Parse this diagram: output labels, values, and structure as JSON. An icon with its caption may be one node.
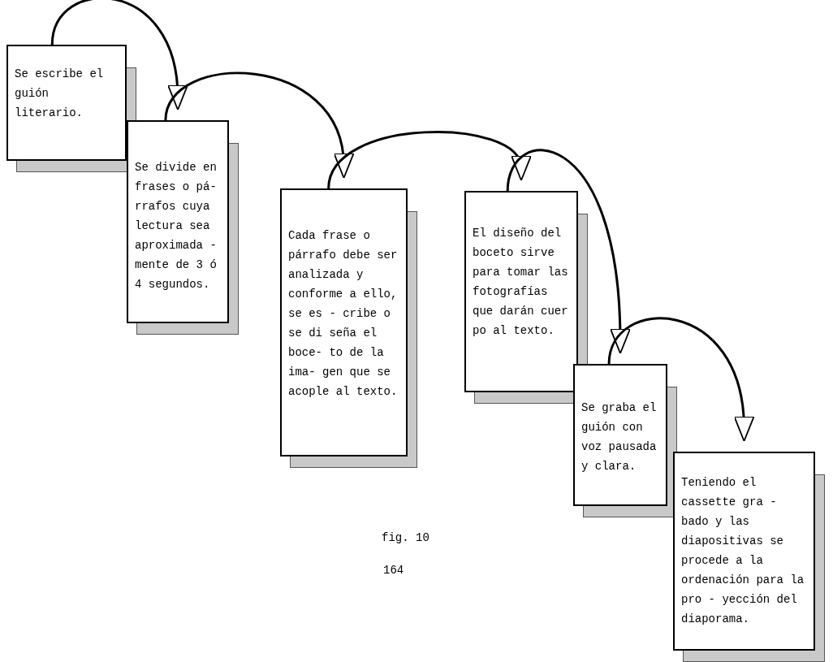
{
  "diagram": {
    "nodes": [
      {
        "text": [
          "Se escribe el guión literario."
        ]
      },
      {
        "text": [
          "Se divide en frases o pá- rrafos cuya lectura sea aproximada - mente de 3 ó 4 segundos."
        ]
      },
      {
        "text": [
          "Cada frase o párrafo debe ser analizada y conforme a ello, se es - cribe o se di seña el boce- to de la ima- gen que se acople al texto."
        ]
      },
      {
        "text": [
          "El diseño del boceto sirve para tomar las fotografías que darán cuer po al texto."
        ]
      },
      {
        "text": [
          "Se graba el guión con voz pausada y clara."
        ]
      },
      {
        "text": [
          "Teniendo el cassette gra - bado y las diapositivas se procede a la ordenación para la pro - yección del diaporama."
        ]
      }
    ],
    "edges": [
      {
        "from": 0,
        "to": 1,
        "arrow": "to"
      },
      {
        "from": 1,
        "to": 2,
        "arrow": "to"
      },
      {
        "from": 2,
        "to": 3,
        "arrow": "to"
      },
      {
        "from": 3,
        "to": 4,
        "arrow": "to"
      },
      {
        "from": 4,
        "to": 5,
        "arrow": "to"
      }
    ],
    "labels": [
      "fig. 10",
      "164"
    ]
  }
}
